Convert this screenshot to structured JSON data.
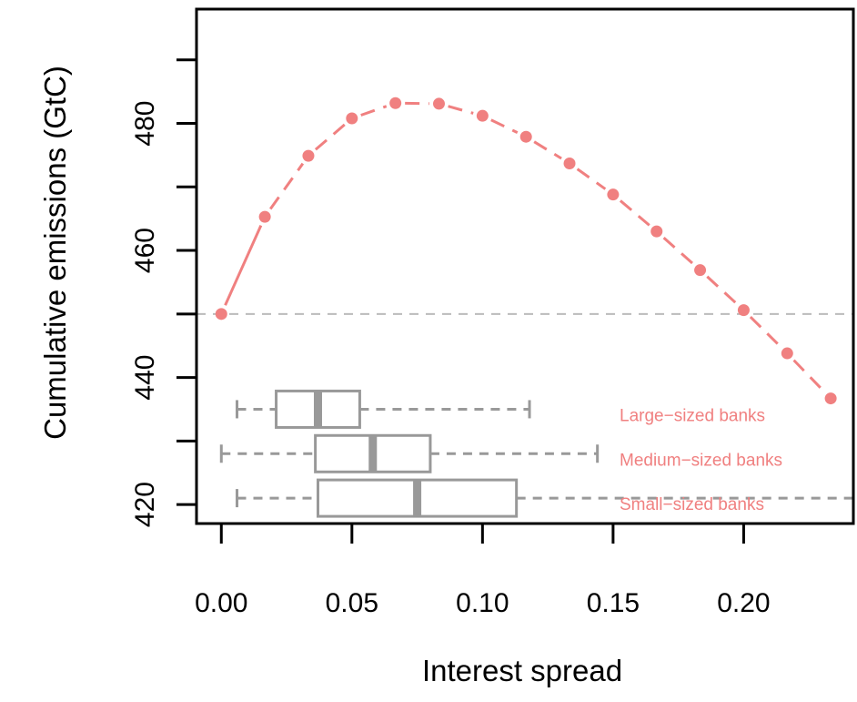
{
  "chart_data": {
    "type": "line",
    "xlabel": "Interest spread",
    "ylabel": "Cumulative emissions (GtC)",
    "xlim": [
      -0.0095,
      0.242
    ],
    "ylim": [
      417,
      498
    ],
    "x_ticks": [
      {
        "value": 0.0,
        "label": "0.00"
      },
      {
        "value": 0.05,
        "label": "0.05"
      },
      {
        "value": 0.1,
        "label": "0.10"
      },
      {
        "value": 0.15,
        "label": "0.15"
      },
      {
        "value": 0.2,
        "label": "0.20"
      }
    ],
    "y_ticks": [
      420,
      430,
      440,
      450,
      460,
      470,
      480,
      490
    ],
    "y_tick_labels": [
      {
        "value": 420,
        "label": "420"
      },
      {
        "value": 440,
        "label": "440"
      },
      {
        "value": 460,
        "label": "460"
      },
      {
        "value": 480,
        "label": "480"
      }
    ],
    "grid": false,
    "series": [
      {
        "color": "#f08080",
        "x": [
          0.0,
          0.01667,
          0.03333,
          0.05,
          0.06667,
          0.08333,
          0.1,
          0.11667,
          0.13333,
          0.15,
          0.16667,
          0.18333,
          0.2,
          0.21667,
          0.23333
        ],
        "y": [
          450.0,
          465.3,
          474.9,
          480.8,
          483.2,
          483.1,
          481.2,
          477.9,
          473.7,
          468.8,
          463.0,
          456.9,
          450.6,
          443.8,
          436.7
        ]
      }
    ],
    "reference_line": {
      "y": 450,
      "color": "#bbbbbb"
    },
    "boxplots": [
      {
        "label": "Large−sized banks",
        "y": 435,
        "min": 0.006,
        "q1": 0.021,
        "median": 0.037,
        "q3": 0.053,
        "max": 0.118
      },
      {
        "label": "Medium−sized banks",
        "y": 428,
        "min": 0.0,
        "q1": 0.036,
        "median": 0.058,
        "q3": 0.08,
        "max": 0.144
      },
      {
        "label": "Small−sized banks",
        "y": 421,
        "min": 0.006,
        "q1": 0.037,
        "median": 0.075,
        "q3": 0.113,
        "max": 0.242
      }
    ],
    "colors": {
      "series": "#f08080",
      "box": "#999999",
      "label": "#f08080"
    }
  }
}
